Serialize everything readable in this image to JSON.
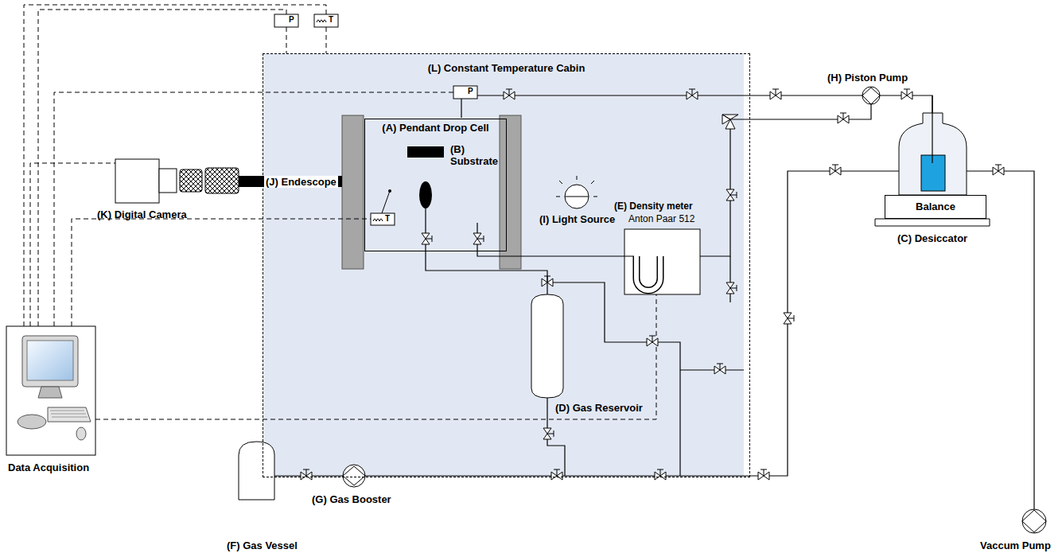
{
  "diagram": {
    "nodes": [
      {
        "text": [
          "(L) Constant Temperature Cabin"
        ]
      },
      {
        "text": [
          "(A) Pendant Drop Cell"
        ],
        "in": 0
      },
      {
        "text": [
          "Balance"
        ]
      }
    ],
    "labels": [
      "P",
      "T",
      "P",
      "T",
      "(B) Substrate",
      "(J) Endescope",
      "(K) Digital Camera",
      "(I) Light Source",
      "(H) Piston Pump",
      "(C) Desiccator",
      "(E) Density meter",
      "Anton Paar 512",
      "(D) Gas Reservoir",
      "Data Acquisition",
      "(F) Gas Vessel",
      "(G) Gas Booster",
      "Vaccum Pump"
    ]
  }
}
